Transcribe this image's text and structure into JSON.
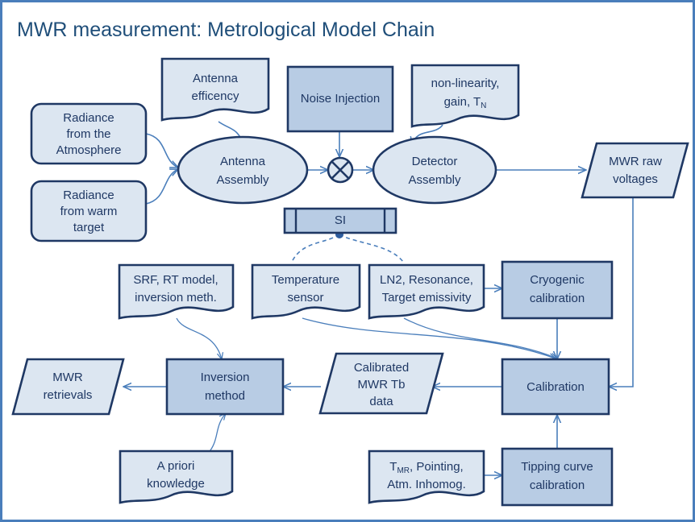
{
  "title": "MWR measurement: Metrological Model Chain",
  "colors": {
    "border": "#4a7ebb",
    "light_fill": "#dce6f1",
    "dark_fill": "#b8cce4",
    "shape_stroke": "#1f3864",
    "connector": "#4a7ebb",
    "title_text": "#1f4e79"
  },
  "nodes": {
    "antenna_efficency": {
      "lines": [
        "Antenna",
        "efficency"
      ],
      "shape": "document"
    },
    "noise_injection": {
      "lines": [
        "Noise Injection"
      ],
      "shape": "rect-dark"
    },
    "non_linearity": {
      "lines": [
        "non-linearity,",
        "gain, T"
      ],
      "sub": "N",
      "shape": "document"
    },
    "radiance_atmosphere": {
      "lines": [
        "Radiance",
        "from the",
        "Atmosphere"
      ],
      "shape": "rounded-rect"
    },
    "radiance_warm_target": {
      "lines": [
        "Radiance",
        "from warm",
        "target"
      ],
      "shape": "rounded-rect"
    },
    "antenna_assembly": {
      "lines": [
        "Antenna",
        "Assembly"
      ],
      "shape": "ellipse"
    },
    "mixer": {
      "lines": [],
      "shape": "circle-cross"
    },
    "detector_assembly": {
      "lines": [
        "Detector",
        "Assembly"
      ],
      "shape": "ellipse"
    },
    "mwr_raw_voltages": {
      "lines": [
        "MWR raw",
        "voltages"
      ],
      "shape": "parallelogram"
    },
    "si": {
      "lines": [
        "SI"
      ],
      "shape": "predefined-process"
    },
    "srf_rt_model": {
      "lines": [
        "SRF, RT model,",
        "inversion meth."
      ],
      "shape": "document"
    },
    "temperature_sensor": {
      "lines": [
        "Temperature",
        "sensor"
      ],
      "shape": "document"
    },
    "ln2_resonance": {
      "lines": [
        "LN2, Resonance,",
        "Target emissivity"
      ],
      "shape": "document"
    },
    "cryogenic_calibration": {
      "lines": [
        "Cryogenic",
        "calibration"
      ],
      "shape": "rect-dark"
    },
    "mwr_retrievals": {
      "lines": [
        "MWR",
        "retrievals"
      ],
      "shape": "parallelogram"
    },
    "inversion_method": {
      "lines": [
        "Inversion",
        "method"
      ],
      "shape": "rect-dark"
    },
    "calibrated_mwr_tb_data": {
      "lines": [
        "Calibrated",
        "MWR Tb",
        "data"
      ],
      "shape": "parallelogram"
    },
    "calibration": {
      "lines": [
        "Calibration"
      ],
      "shape": "rect-dark"
    },
    "a_priori_knowledge": {
      "lines": [
        "A priori",
        "knowledge"
      ],
      "shape": "document"
    },
    "tmr_pointing": {
      "lines": [
        "T",
        "MR",
        ", Pointing,",
        "Atm. Inhomog."
      ],
      "shape": "document"
    },
    "tipping_curve_calibration": {
      "lines": [
        "Tipping curve",
        "calibration"
      ],
      "shape": "rect-dark"
    }
  }
}
